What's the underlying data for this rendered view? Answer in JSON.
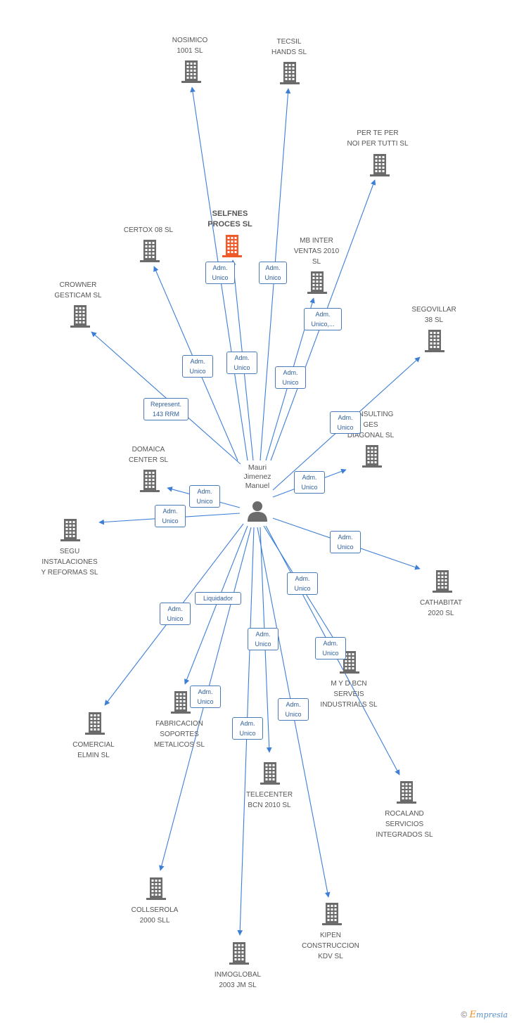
{
  "person": {
    "name": "Mauri\nJimenez\nManuel",
    "icon": "person-icon"
  },
  "colors": {
    "building": "#6b6b6b",
    "focus_building": "#f05a28",
    "edge": "#3d7fd6"
  },
  "companies": [
    {
      "id": "nosimico",
      "name": "NOSIMICO\n1001 SL",
      "focus": false
    },
    {
      "id": "tecsil",
      "name": "TECSIL\nHANDS SL",
      "focus": false
    },
    {
      "id": "perteper",
      "name": "PER TE PER\nNOI PER TUTTI SL",
      "focus": false
    },
    {
      "id": "selfnes",
      "name": "SELFNES\nPROCES SL",
      "focus": true
    },
    {
      "id": "certox",
      "name": "CERTOX 08 SL",
      "focus": false
    },
    {
      "id": "mbinter",
      "name": "MB INTER\nVENTAS 2010\nSL",
      "focus": false
    },
    {
      "id": "crowner",
      "name": "CROWNER\nGESTICAM SL",
      "focus": false
    },
    {
      "id": "segovillar",
      "name": "SEGOVILLAR\n38 SL",
      "focus": false
    },
    {
      "id": "consulting",
      "name": "CONSULTING\nGES\nDIAGONAL SL",
      "focus": false
    },
    {
      "id": "domaica",
      "name": "DOMAICA\nCENTER SL",
      "focus": false
    },
    {
      "id": "segu",
      "name": "SEGU\nINSTALACIONES\nY REFORMAS SL",
      "focus": false
    },
    {
      "id": "cathabitat",
      "name": "CATHABITAT\n2020 SL",
      "focus": false
    },
    {
      "id": "myd",
      "name": "M Y D BCN\nSERVEIS\nINDUSTRIALS SL",
      "focus": false
    },
    {
      "id": "fabricacion",
      "name": "FABRICACION\nSOPORTES\nMETALICOS SL",
      "focus": false
    },
    {
      "id": "comercial",
      "name": "COMERCIAL\nELMIN SL",
      "focus": false
    },
    {
      "id": "telecenter",
      "name": "TELECENTER\nBCN 2010 SL",
      "focus": false
    },
    {
      "id": "rocaland",
      "name": "ROCALAND\nSERVICIOS\nINTEGRADOS SL",
      "focus": false
    },
    {
      "id": "collserola",
      "name": "COLLSEROLA\n2000 SLL",
      "focus": false
    },
    {
      "id": "kipen",
      "name": "KIPEN\nCONSTRUCCION\nKDV SL",
      "focus": false
    },
    {
      "id": "inmoglobal",
      "name": "INMOGLOBAL\n2003 JM SL",
      "focus": false
    }
  ],
  "edges": [
    {
      "to": "nosimico",
      "label": "Adm.\nUnico"
    },
    {
      "to": "tecsil",
      "label": "Adm.\nUnico"
    },
    {
      "to": "perteper",
      "label": "Adm.\nUnico,..."
    },
    {
      "to": "selfnes",
      "label": "Adm.\nUnico"
    },
    {
      "to": "certox",
      "label": "Adm.\nUnico"
    },
    {
      "to": "mbinter",
      "label": "Adm.\nUnico"
    },
    {
      "to": "crowner",
      "label": "Represent.\n143 RRM"
    },
    {
      "to": "segovillar",
      "label": "Adm.\nUnico"
    },
    {
      "to": "consulting",
      "label": "Adm.\nUnico"
    },
    {
      "to": "domaica",
      "label": "Adm.\nUnico"
    },
    {
      "to": "segu",
      "label": "Adm.\nUnico"
    },
    {
      "to": "cathabitat",
      "label": "Adm.\nUnico"
    },
    {
      "to": "myd",
      "label": "Adm.\nUnico"
    },
    {
      "to": "fabricacion",
      "label": "Liquidador"
    },
    {
      "to": "comercial",
      "label": "Adm.\nUnico"
    },
    {
      "to": "telecenter",
      "label": "Adm.\nUnico"
    },
    {
      "to": "rocaland",
      "label": "Adm.\nUnico"
    },
    {
      "to": "collserola",
      "label": "Adm.\nUnico"
    },
    {
      "to": "kipen",
      "label": "Adm.\nUnico"
    },
    {
      "to": "inmoglobal",
      "label": "Adm.\nUnico"
    }
  ],
  "footer": {
    "copyright": "©",
    "brand_initial": "E",
    "brand_rest": "mpresia"
  }
}
